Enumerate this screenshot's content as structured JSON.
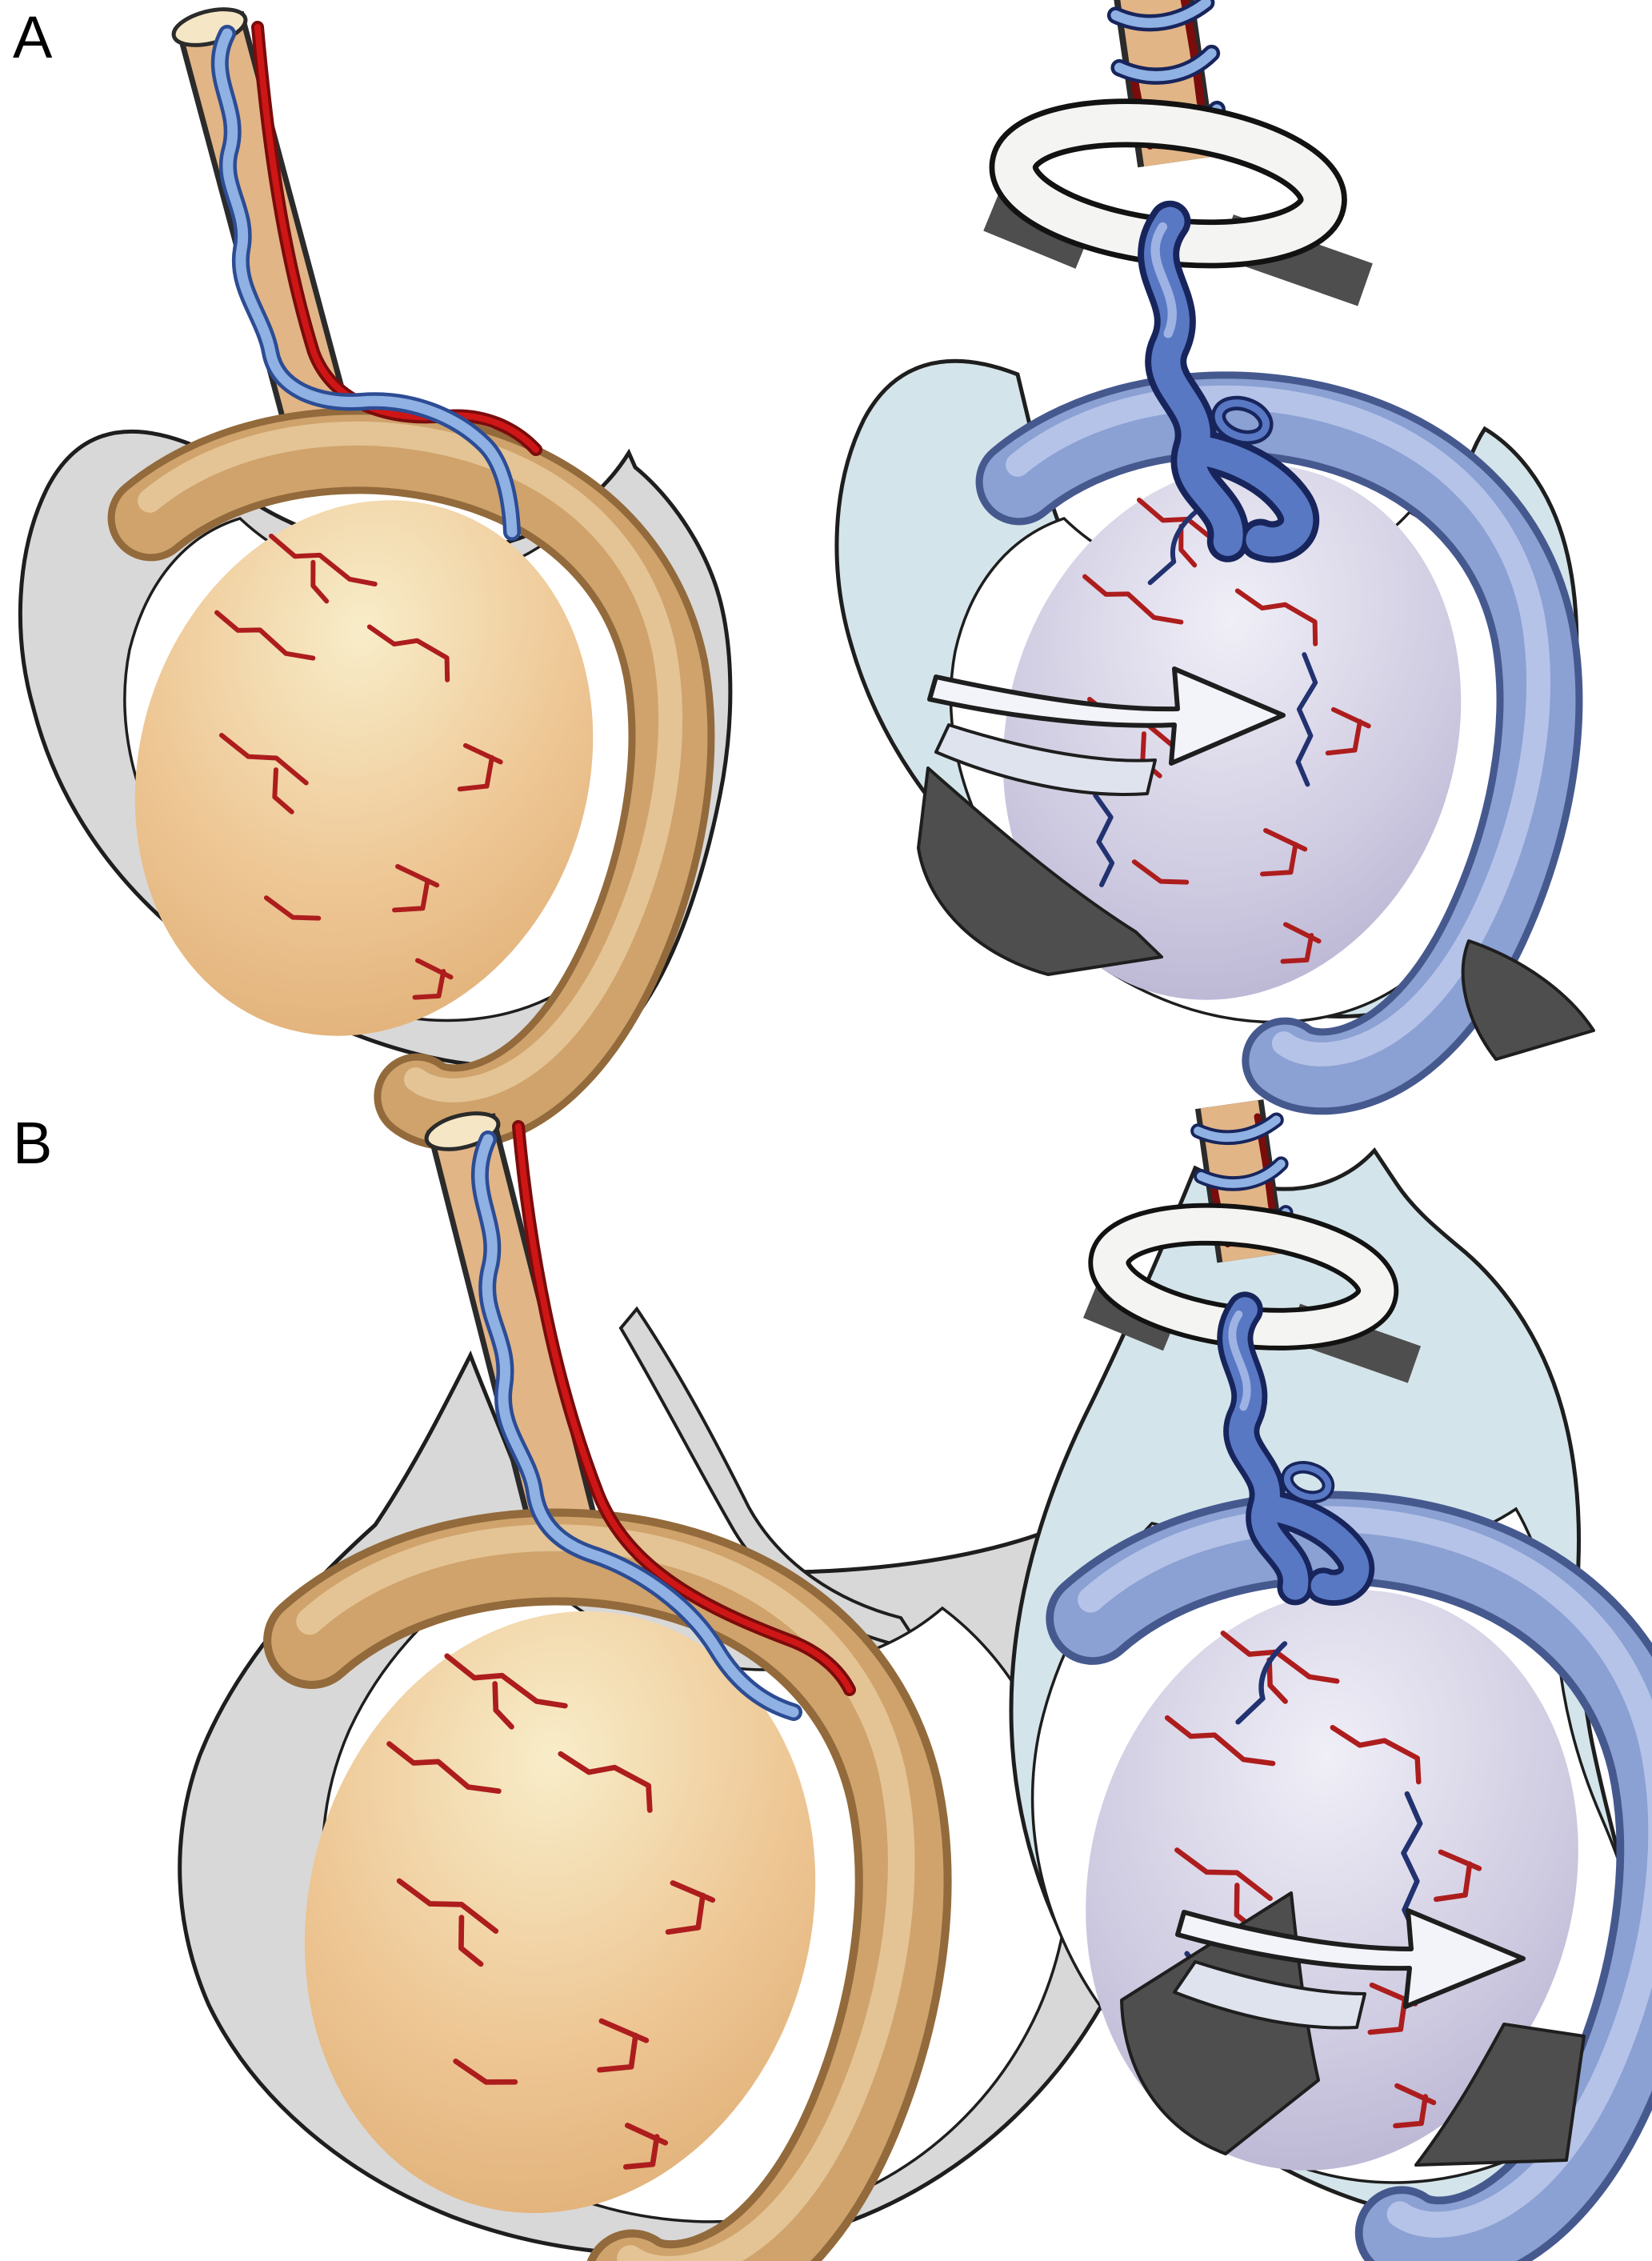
{
  "figure": {
    "type": "medical-illustration",
    "subject": "testicular-torsion-diagram",
    "panels": [
      {
        "label": "A",
        "left_illustration": "normal-testis-within-tunica-vaginalis",
        "right_illustration": "torsed-testis-twisted-spermatic-cord"
      },
      {
        "label": "B",
        "left_illustration": "normal-testis-high-tunica-attachment",
        "right_illustration": "torsed-testis-within-high-tunica"
      }
    ]
  },
  "palette": {
    "bg": "#ffffff",
    "ink": "#1e1e1e",
    "sac_gray": "#d8d8d8",
    "sac_blue": "#d3e5ea",
    "cavity": "#ffffff",
    "testis_hi": "#f8edc9",
    "testis_mid": "#eec795",
    "testis_lo": "#dca76c",
    "isch_hi": "#f0eff7",
    "isch_mid": "#cdc9e0",
    "isch_lo": "#aaa5c9",
    "epi_tan": "#cfa36b",
    "epi_tan_dark": "#936a3b",
    "epi_tan_hi": "#ecd2a6",
    "epi_blue": "#8ba0d3",
    "epi_blue_dark": "#46598f",
    "epi_blue_hi": "#c6d1ef",
    "cord_tan": "#e2b586",
    "cord_dark": "#2b2b2b",
    "cord_tip": "#f5e7c5",
    "artery": "#cf1616",
    "artery_dark": "#7a0c0c",
    "vein": "#8fb1e3",
    "vein_dark": "#2c4c94",
    "vein_engorged": "#5878c4",
    "vein_engorged_dark": "#18255c",
    "vein_engorged_hi": "#aabdea",
    "cap_red": "#ad1d1d",
    "cap_navy": "#223270",
    "ribbon": "#f4f4f2",
    "ribbon_edge": "#121212",
    "wedge": "#4f4e4e",
    "arrow_fill": "#f2f4fa",
    "arrow_fold": "#dfe3ee"
  }
}
